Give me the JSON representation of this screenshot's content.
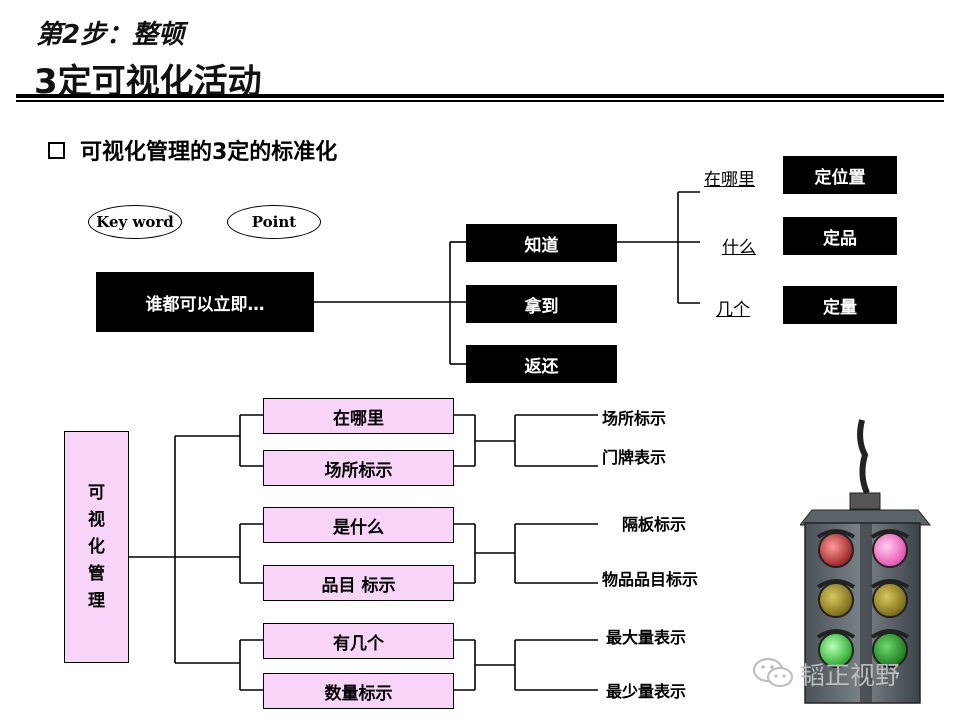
{
  "header": {
    "subtitle": "第2步：整顿",
    "title": "3定可视化活动"
  },
  "section": {
    "heading": "可视化管理的3定的标准化"
  },
  "tags": {
    "keyword": "Key word",
    "point": "Point"
  },
  "top_diagram": {
    "root": "谁都可以立即…",
    "actions": [
      "知道",
      "拿到",
      "返还"
    ],
    "questions": [
      "在哪里",
      "什么",
      "几个"
    ],
    "answers": [
      "定位置",
      "定品",
      "定量"
    ]
  },
  "bottom_diagram": {
    "root_chars": [
      "可",
      "视",
      "化",
      "管",
      "理"
    ],
    "items": [
      "在哪里",
      "场所标示",
      "是什么",
      "品目 标示",
      "有几个",
      "数量标示"
    ],
    "outputs": [
      "场所标示",
      "门牌表示",
      "隔板标示",
      "物品品目标示",
      "最大量表示",
      "最少量表示"
    ]
  },
  "watermark": {
    "text": "韬正视野"
  }
}
